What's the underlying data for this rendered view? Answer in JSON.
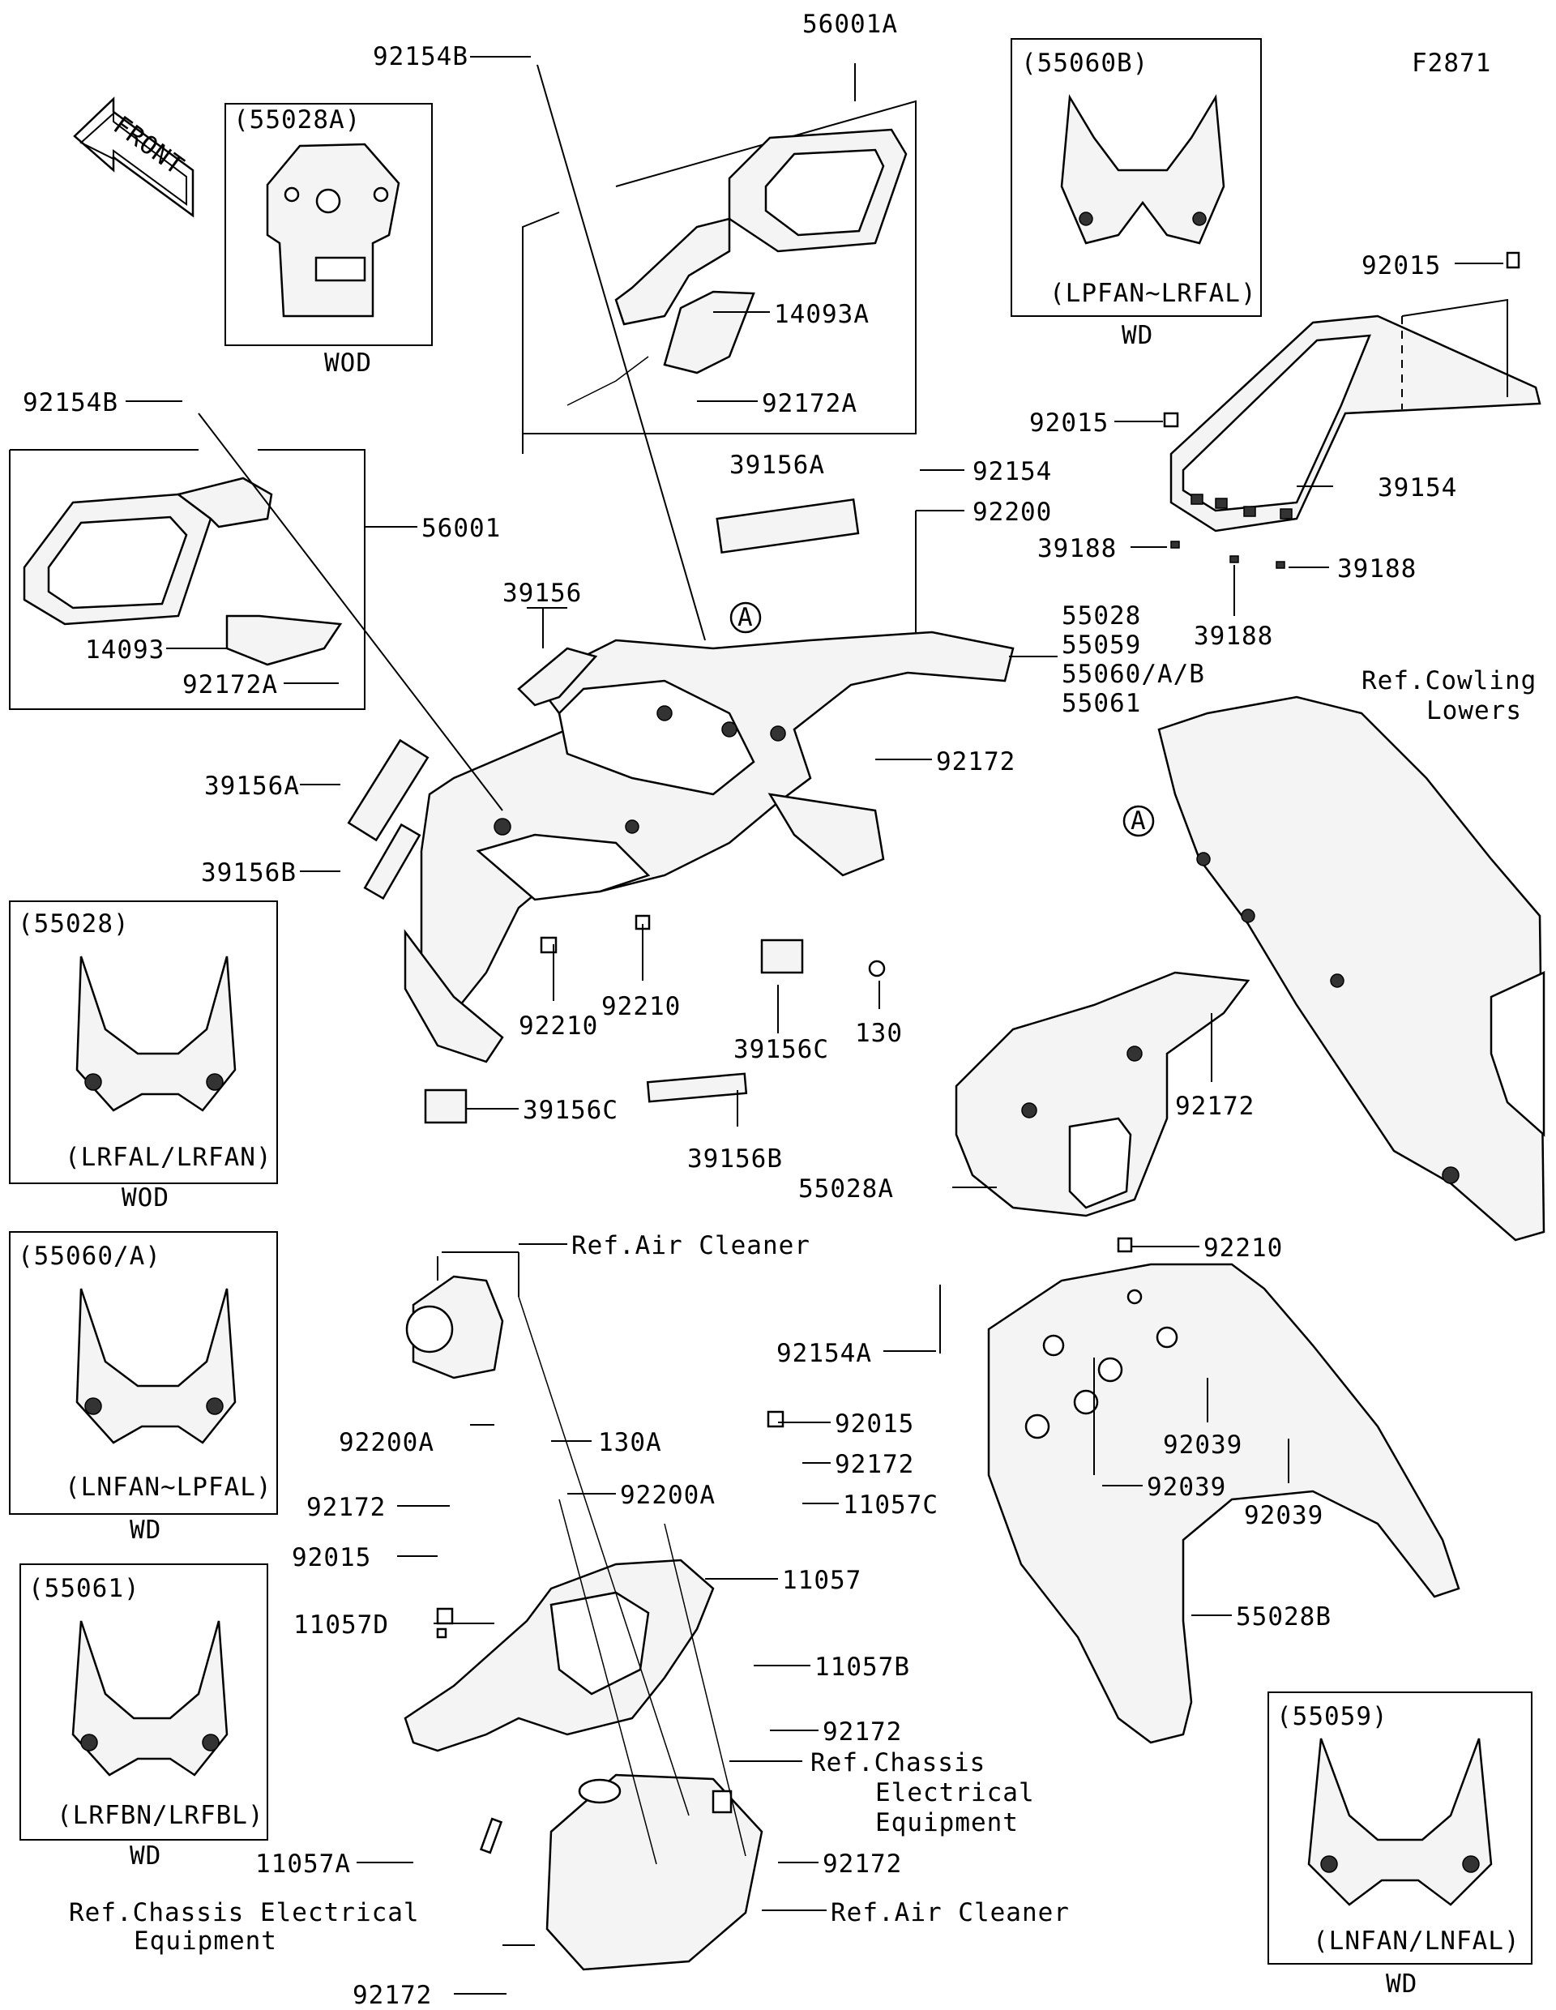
{
  "figure_code": "F2871",
  "front_label": "FRONT",
  "callout_A": "A",
  "insets": {
    "i55028A": {
      "code": "(55028A)",
      "variant": "WOD"
    },
    "i55060B": {
      "code": "(55060B)",
      "models": "(LPFAN~LRFAL)",
      "variant": "WD"
    },
    "i55028": {
      "code": "(55028)",
      "models": "(LRFAL/LRFAN)",
      "variant": "WOD"
    },
    "i55060A": {
      "code": "(55060/A)",
      "models": "(LNFAN~LPFAL)",
      "variant": "WD"
    },
    "i55061": {
      "code": "(55061)",
      "models": "(LRFBN/LRFBL)",
      "variant": "WD"
    },
    "i55059": {
      "code": "(55059)",
      "models": "(LNFAN/LNFAL)",
      "variant": "WD"
    }
  },
  "parts": {
    "p92154B_top": "92154B",
    "p56001A": "56001A",
    "p14093A": "14093A",
    "p92172A_top": "92172A",
    "p92154B_left": "92154B",
    "p56001": "56001",
    "p14093": "14093",
    "p92172A_left": "92172A",
    "p92015_top": "92015",
    "p92015_mid": "92015",
    "p39154": "39154",
    "p39188_a": "39188",
    "p39188_b": "39188",
    "p39188_c": "39188",
    "p92154": "92154",
    "p92200": "92200",
    "p39156A_top": "39156A",
    "p39156": "39156",
    "p55028": "55028",
    "p55059": "55059",
    "p55060AB": "55060/A/B",
    "p55061": "55061",
    "p39156A_left": "39156A",
    "p39156B_left": "39156B",
    "p92172_mid": "92172",
    "p92210_a": "92210",
    "p92210_b": "92210",
    "p130": "130",
    "p39156C_mid": "39156C",
    "p39156C_low": "39156C",
    "p39156B_low": "39156B",
    "p92172_right": "92172",
    "p55028A": "55028A",
    "p92210_c": "92210",
    "p92154A": "92154A",
    "p92039_a": "92039",
    "p92039_b": "92039",
    "p92039_c": "92039",
    "p55028B": "55028B",
    "p92200A_a": "92200A",
    "p130A": "130A",
    "p92200A_b": "92200A",
    "p92015_low": "92015",
    "p92172_low1": "92172",
    "p11057C": "11057C",
    "p92172_low2": "92172",
    "p92015_low2": "92015",
    "p11057D": "11057D",
    "p11057": "11057",
    "p11057B": "11057B",
    "p92172_low3": "92172",
    "p11057A": "11057A",
    "p92172_low4": "92172",
    "p92172_low5": "92172"
  },
  "refs": {
    "cowling_lowers_1": "Ref.Cowling",
    "cowling_lowers_2": "Lowers",
    "air_cleaner_top": "Ref.Air Cleaner",
    "chassis_elec_1": "Ref.Chassis",
    "chassis_elec_2": "Electrical",
    "chassis_elec_3": "Equipment",
    "air_cleaner_low": "Ref.Air Cleaner",
    "chassis_elec_left_1": "Ref.Chassis Electrical",
    "chassis_elec_left_2": "Equipment"
  }
}
